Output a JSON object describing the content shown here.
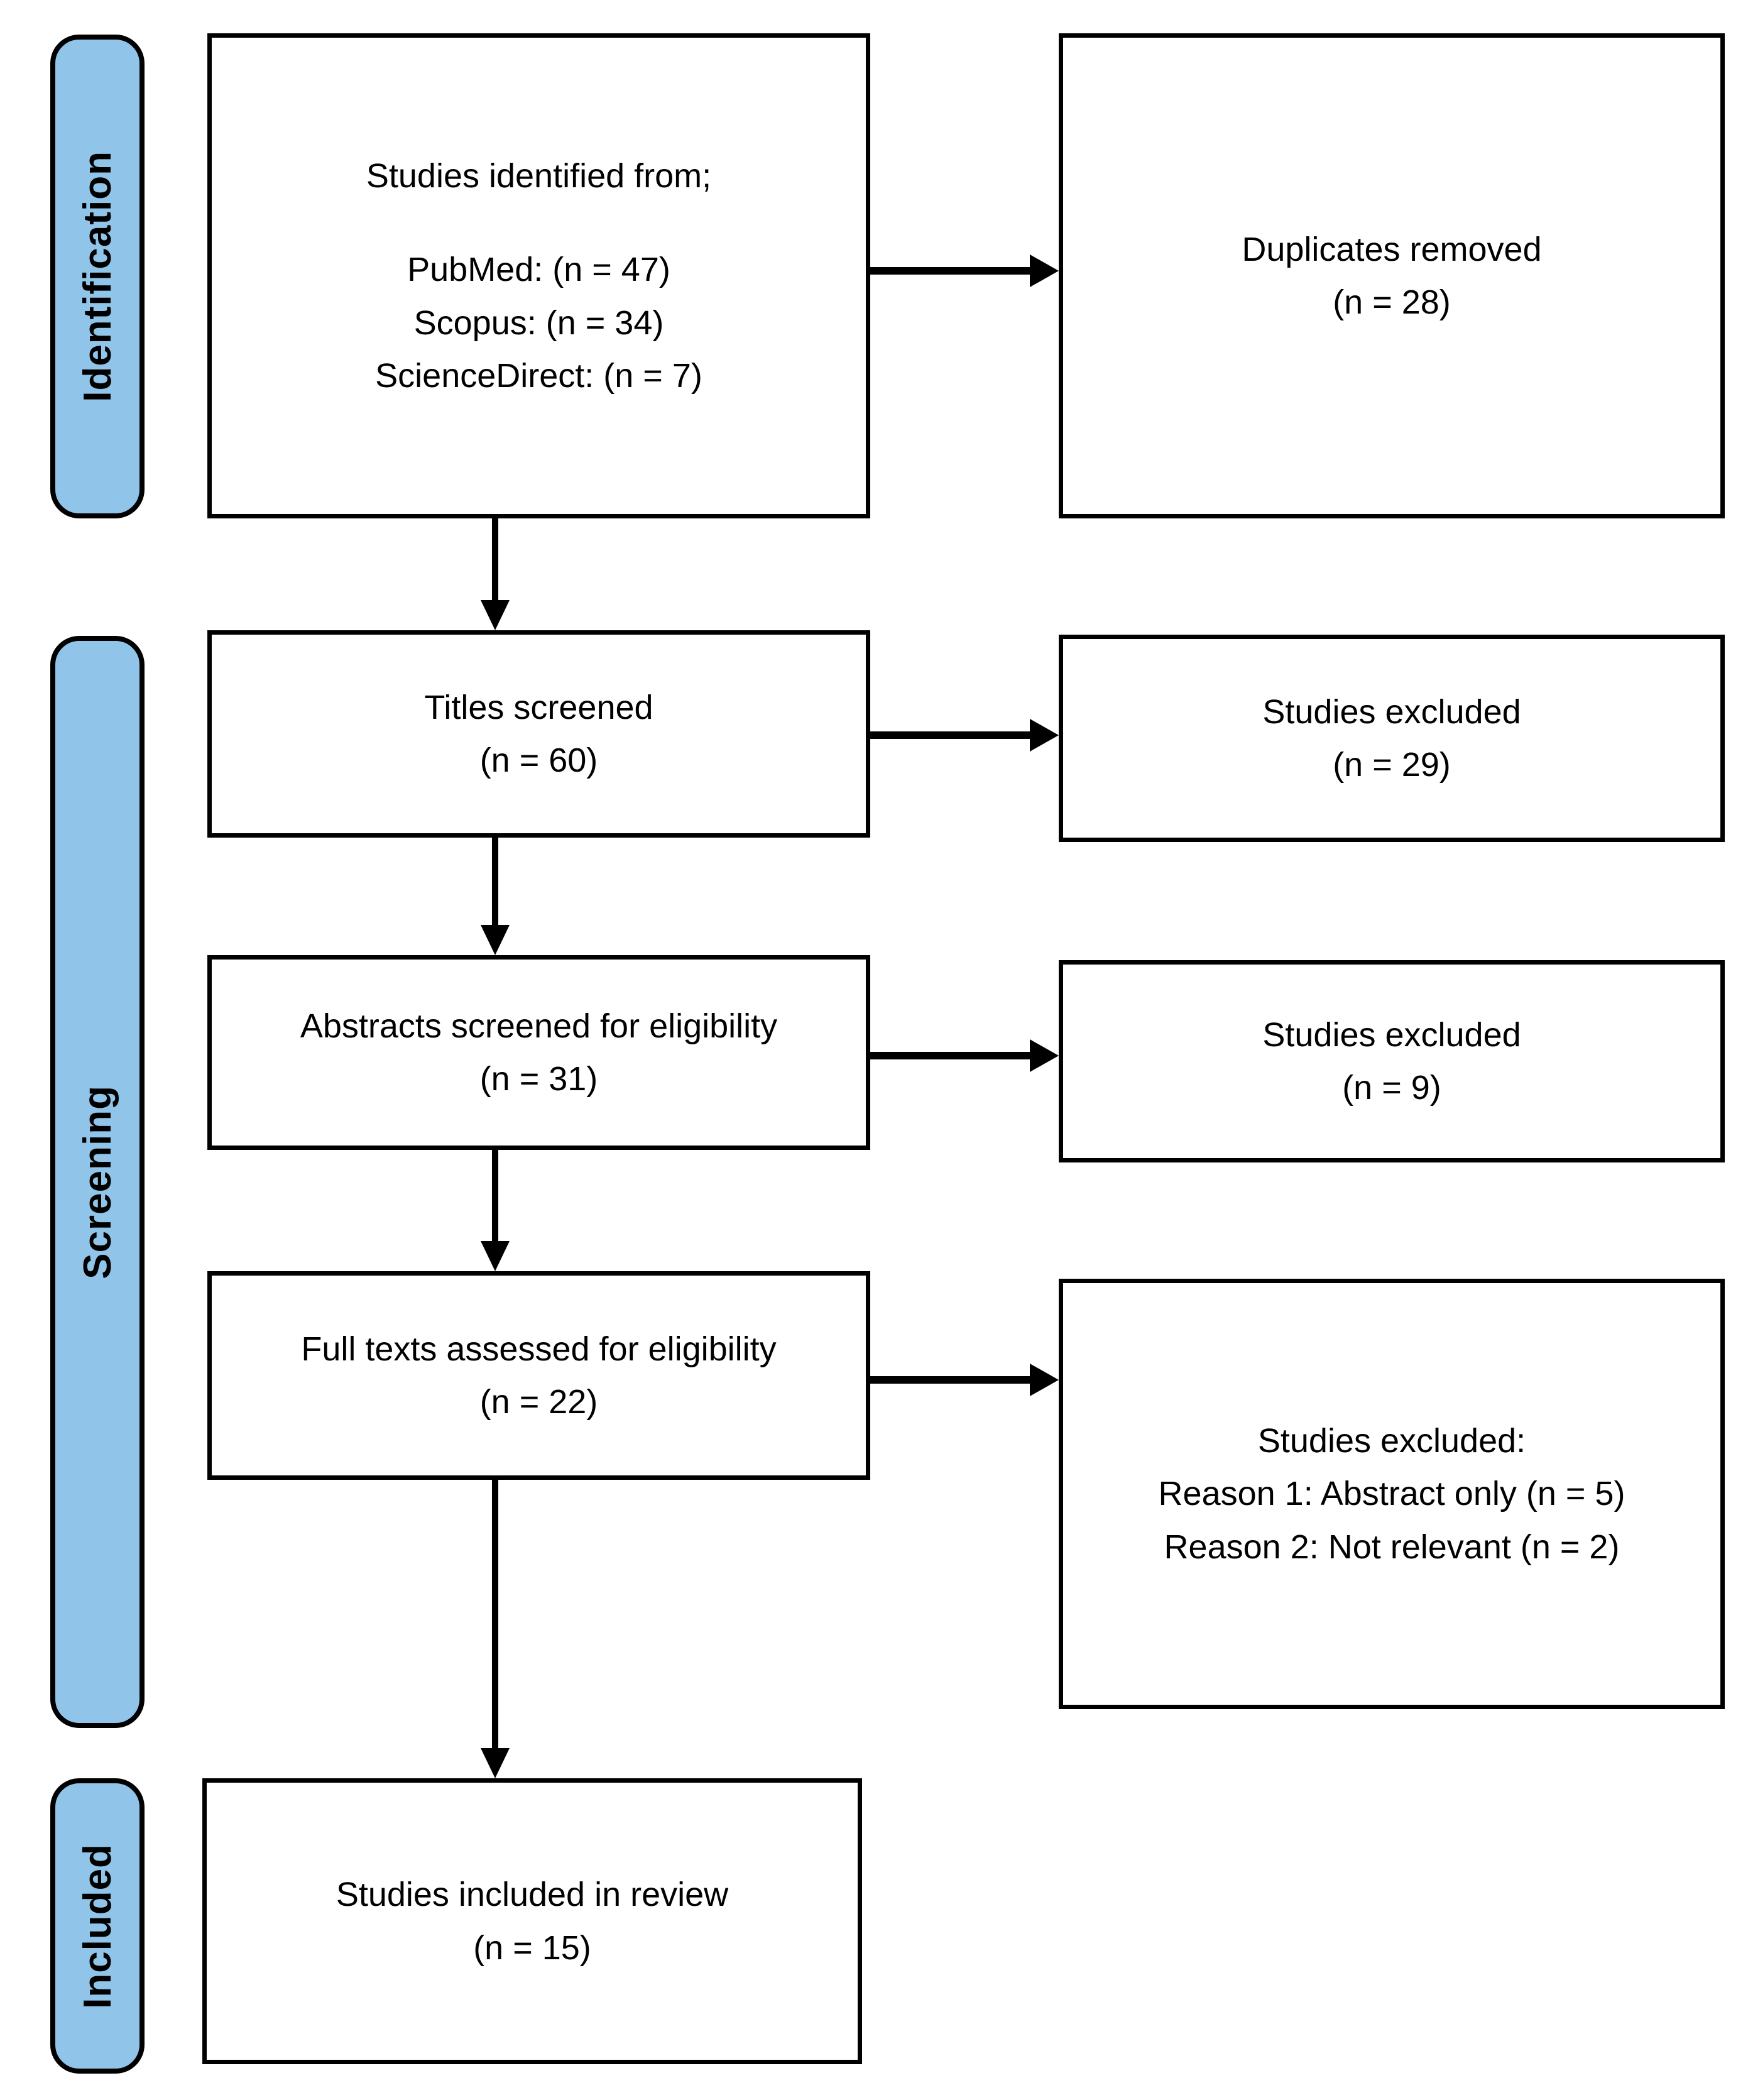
{
  "colors": {
    "stage_fill": "#90C4E8",
    "line": "#000000",
    "box_fill": "#FFFFFF",
    "text": "#000000",
    "background": "#FFFFFF"
  },
  "stages": {
    "identification": "Identification",
    "screening": "Screening",
    "included": "Included"
  },
  "flow": {
    "identified": {
      "title": "Studies identified from;",
      "sources": {
        "pubmed": "PubMed: (n = 47)",
        "scopus": "Scopus: (n = 34)",
        "sciencedirect": "ScienceDirect: (n = 7)"
      }
    },
    "duplicates_removed": {
      "label": "Duplicates removed",
      "count": "(n = 28)"
    },
    "titles_screened": {
      "label": "Titles screened",
      "count": "(n = 60)"
    },
    "titles_excluded": {
      "label": "Studies excluded",
      "count": "(n = 29)"
    },
    "abstracts_screened": {
      "label": "Abstracts screened for eligibility",
      "count": "(n = 31)"
    },
    "abstracts_excluded": {
      "label": "Studies excluded",
      "count": "(n = 9)"
    },
    "fulltext_assessed": {
      "label": "Full texts assessed for eligibility",
      "count": "(n = 22)"
    },
    "fulltext_excluded": {
      "label": "Studies excluded:",
      "reason1": "Reason 1: Abstract only (n = 5)",
      "reason2": "Reason 2: Not relevant (n = 2)"
    },
    "included_review": {
      "label": "Studies included in review",
      "count": "(n = 15)"
    }
  }
}
